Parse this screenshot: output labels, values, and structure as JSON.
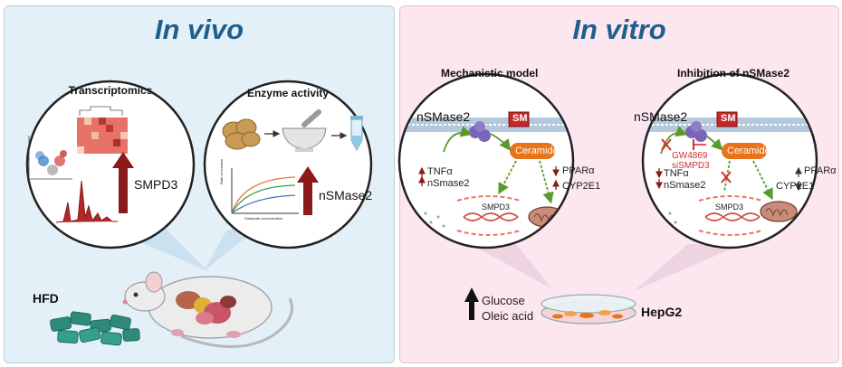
{
  "in_vivo": {
    "title": "In vivo",
    "transcriptomics": {
      "heading": "Transcriptomics",
      "gene": "SMPD3"
    },
    "enzyme_activity": {
      "heading": "Enzyme activity",
      "enzyme": "nSMase2",
      "y_axis": "Rate of reaction",
      "x_axis": "Substrate concentration"
    },
    "diet": "HFD"
  },
  "in_vitro": {
    "title": "In vitro",
    "mechanistic_model": {
      "heading": "Mechanistic model",
      "enzyme": "nSMase2",
      "substrate": "SM",
      "product": "Ceramide",
      "left_up": [
        "TNFα",
        "nSmase2"
      ],
      "right_down": "PPARα",
      "right_up": "CYP2E1",
      "gene": "SMPD3"
    },
    "inhibition": {
      "heading": "Inhibition of nSMase2",
      "enzyme": "nSMase2",
      "substrate": "SM",
      "product": "Ceramide",
      "inhibitors": [
        "GW4869",
        "siSMPD3"
      ],
      "left_down": [
        "TNFα",
        "nSmase2"
      ],
      "right_up": "PPARα",
      "right_down": "CYP2E1",
      "gene": "SMPD3"
    },
    "treatment": [
      "Glucose",
      "Oleic acid"
    ],
    "cell_line": "HepG2"
  },
  "colors": {
    "vivo_bg": "#e3f0f8",
    "vitro_bg": "#fce6ef",
    "title_blue": "#1f5f8b",
    "up_arrow_red": "#8b1a1a",
    "inhibitor_red": "#d32f2f",
    "ceramide_orange": "#e8731a",
    "membrane": "#b4c9dc",
    "pill_green": "#2e8b7a"
  }
}
